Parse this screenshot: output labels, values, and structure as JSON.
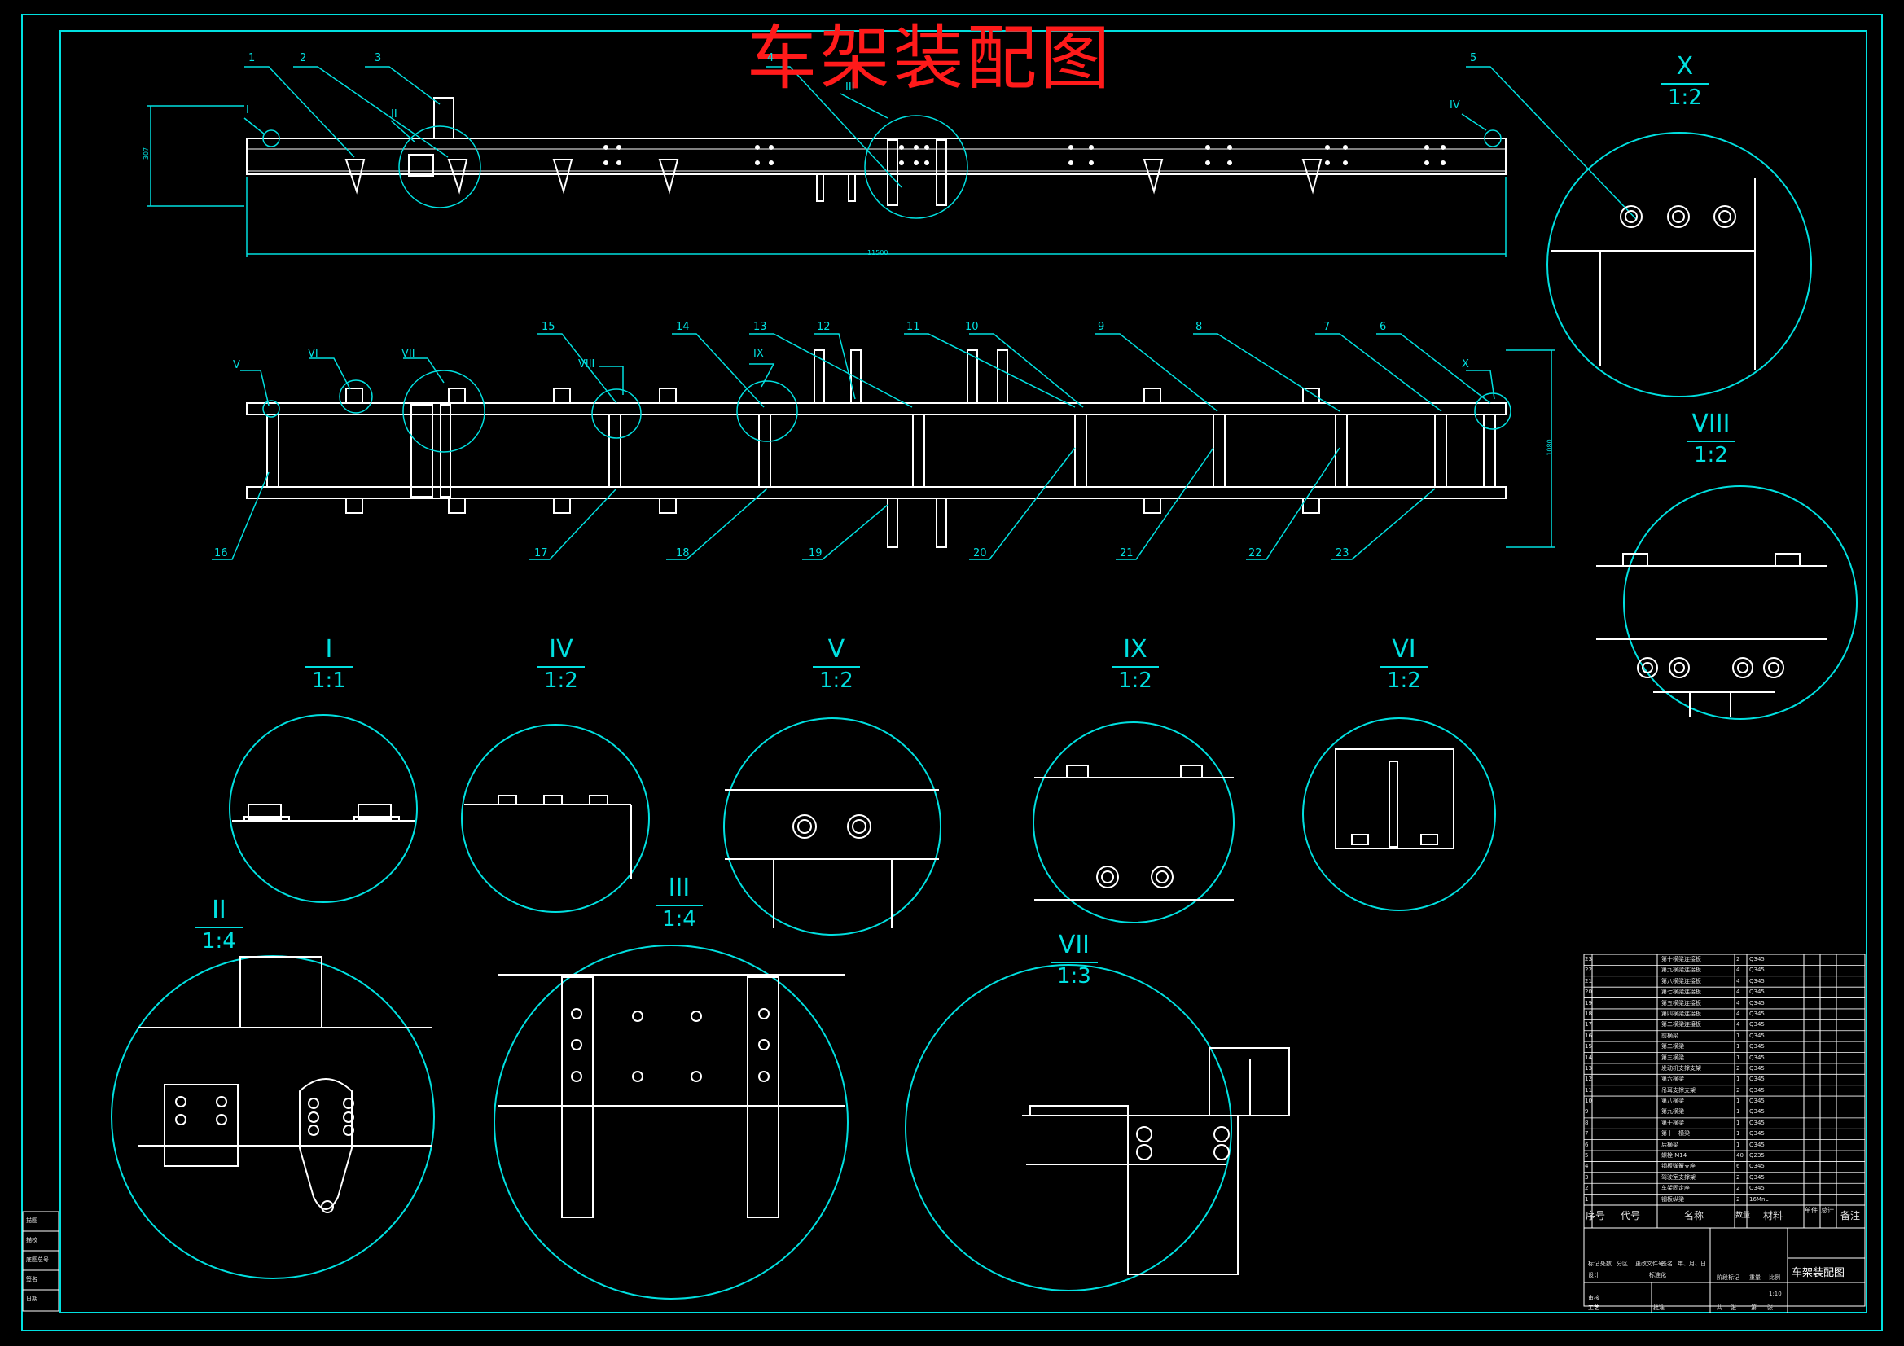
{
  "drawing": {
    "title": "车架装配图",
    "title_color": "#ff1a1a",
    "line_color": "#00e0e0",
    "part_color": "#ffffff",
    "background": "#000000",
    "overall_length_dim": "11500",
    "height_dim_side": "307",
    "width_dim_top": "1080"
  },
  "side_view_balloons": [
    "1",
    "2",
    "3",
    "4",
    "5"
  ],
  "side_view_detail_refs": [
    "I",
    "II",
    "III",
    "IV"
  ],
  "top_view_balloons_upper": [
    "15",
    "14",
    "13",
    "12",
    "11",
    "10",
    "9",
    "8",
    "7",
    "6"
  ],
  "top_view_balloons_lower": [
    "16",
    "17",
    "18",
    "19",
    "20",
    "21",
    "22",
    "23"
  ],
  "top_view_detail_refs": [
    "V",
    "VI",
    "VII",
    "VIII",
    "IX",
    "X"
  ],
  "detail_views": [
    {
      "id": "X",
      "scale": "1:2"
    },
    {
      "id": "VIII",
      "scale": "1:2"
    },
    {
      "id": "I",
      "scale": "1:1"
    },
    {
      "id": "IV",
      "scale": "1:2"
    },
    {
      "id": "V",
      "scale": "1:2"
    },
    {
      "id": "IX",
      "scale": "1:2"
    },
    {
      "id": "VI",
      "scale": "1:2"
    },
    {
      "id": "II",
      "scale": "1:4"
    },
    {
      "id": "III",
      "scale": "1:4"
    },
    {
      "id": "VII",
      "scale": "1:3"
    }
  ],
  "bom": {
    "headers": [
      "序号",
      "代号",
      "名称",
      "数量",
      "材料",
      "单件",
      "总计",
      "备注"
    ],
    "rows": [
      [
        "23",
        "第十横梁连接板",
        "2",
        "Q345"
      ],
      [
        "22",
        "第九横梁连接板",
        "4",
        "Q345"
      ],
      [
        "21",
        "第八横梁连接板",
        "4",
        "Q345"
      ],
      [
        "20",
        "第七横梁连接板",
        "4",
        "Q345"
      ],
      [
        "19",
        "第五横梁连接板",
        "4",
        "Q345"
      ],
      [
        "18",
        "第四横梁连接板",
        "4",
        "Q345"
      ],
      [
        "17",
        "第二横梁连接板",
        "4",
        "Q345"
      ],
      [
        "16",
        "前横梁",
        "1",
        "Q345"
      ],
      [
        "15",
        "第二横梁",
        "1",
        "Q345"
      ],
      [
        "14",
        "第三横梁",
        "1",
        "Q345"
      ],
      [
        "13",
        "发动机支撑支架",
        "2",
        "Q345"
      ],
      [
        "12",
        "第六横梁",
        "1",
        "Q345"
      ],
      [
        "11",
        "吊耳支撑支架",
        "2",
        "Q345"
      ],
      [
        "10",
        "第八横梁",
        "1",
        "Q345"
      ],
      [
        "9",
        "第九横梁",
        "1",
        "Q345"
      ],
      [
        "8",
        "第十横梁",
        "1",
        "Q345"
      ],
      [
        "7",
        "第十一横梁",
        "1",
        "Q345"
      ],
      [
        "6",
        "后横梁",
        "1",
        "Q345"
      ],
      [
        "5",
        "螺栓 M14",
        "40",
        "Q235"
      ],
      [
        "4",
        "钢板弹簧支座",
        "6",
        "Q345"
      ],
      [
        "3",
        "驾驶室支撑架",
        "2",
        "Q345"
      ],
      [
        "2",
        "车架固定座",
        "2",
        "Q345"
      ],
      [
        "1",
        "钢板纵梁",
        "2",
        "16MnL"
      ]
    ]
  },
  "title_block": {
    "drawing_name": "车架装配图",
    "labels": [
      "标记",
      "处数",
      "分区",
      "更改文件号",
      "签名",
      "年、月、日",
      "设计",
      "标准化",
      "审核",
      "工艺",
      "批准",
      "阶段标记",
      "重量",
      "比例",
      "共",
      "张",
      "第",
      "张"
    ],
    "scale_value": "1:10"
  },
  "left_stamp": [
    "描图",
    "描校",
    "底图总号",
    "签名",
    "日期"
  ]
}
